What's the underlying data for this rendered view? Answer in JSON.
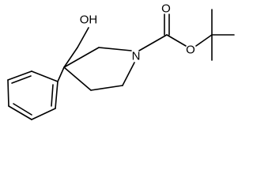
{
  "molecule": {
    "atoms": {
      "hydroxyl": "OH",
      "ring_nitrogen": "N",
      "carbonyl_oxygen": "O",
      "ester_oxygen": "O"
    }
  }
}
